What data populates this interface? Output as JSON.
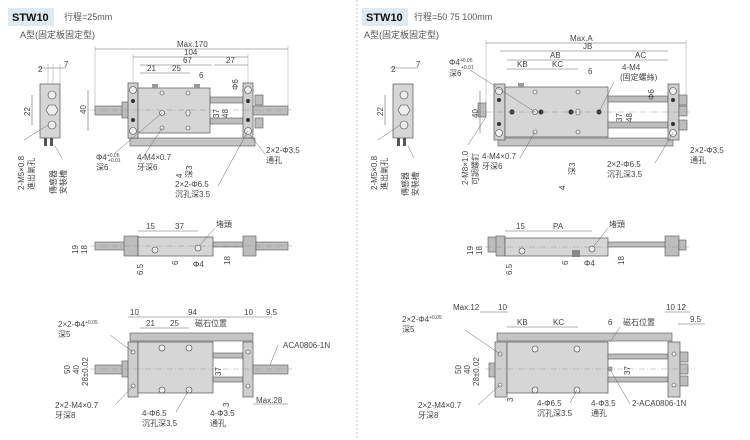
{
  "left": {
    "model": "STW10",
    "stroke": "行程=25mm",
    "type": "A型(固定板固定型)",
    "side": {
      "d2": "2",
      "d7": "7",
      "d22": "22",
      "port": "2-M5×0.8",
      "port_note": "進出氣孔",
      "sensor_1": "傳感器",
      "sensor_2": "安裝槽"
    },
    "top": {
      "max": "Max.170",
      "d104": "104",
      "d67": "67",
      "d27": "27",
      "d21": "21",
      "d25": "25",
      "d6": "6",
      "phi6": "Φ6",
      "d40": "40",
      "d37": "37",
      "d48": "48",
      "phi4": "Φ4",
      "tol_hi": "+0.05",
      "tol_lo": "+0.01",
      "deep6": "深6",
      "tap": "4-M4×0.7",
      "tap_note": "牙深6",
      "pin": "4",
      "deep3": "深3",
      "cb": "2×2-Φ6.5",
      "cb_note": "沉孔深3.5",
      "thru": "2×2-Φ3.5",
      "thru_note": "通孔"
    },
    "middle": {
      "d15": "15",
      "d37": "37",
      "plug": "堵頭",
      "d19": "19",
      "d18": "18",
      "d6_5": "6.5",
      "d6": "6",
      "phi4": "Φ4",
      "d18b": "18"
    },
    "bottom": {
      "d10": "10",
      "d94": "94",
      "d10b": "10",
      "d9_5": "9.5",
      "d21": "21",
      "d25": "25",
      "magnet": "磁石位置",
      "pin": "2×2-Φ4",
      "deep5": "深5",
      "d50": "50",
      "d40": "40",
      "d28": "28±0.02",
      "d37": "37",
      "tap": "2×2-M4×0.7",
      "tap_note": "牙深8",
      "cb": "4-Φ6.5",
      "cb_note": "沉孔深3.5",
      "thru": "4-Φ3.5",
      "thru_note": "通孔",
      "d3": "3",
      "max28": "Max.28",
      "shock": "ACA0806-1N"
    }
  },
  "right": {
    "model": "STW10",
    "stroke": "行程=50 75 100mm",
    "type": "A型(固定板固定型)",
    "side": {
      "d2": "2",
      "d7": "7",
      "d22": "22",
      "port": "2-M5×0.8",
      "port_note": "進出氣孔",
      "sensor_1": "傳感器",
      "sensor_2": "安裝槽"
    },
    "top": {
      "max": "Max.A",
      "jb": "JB",
      "ab": "AB",
      "ac": "AC",
      "kb": "KB",
      "kc": "KC",
      "d6": "6",
      "m4": "4-M4",
      "m4_note": "(固定螺絲)",
      "phi6": "Φ6",
      "d40": "40",
      "d37": "37",
      "d48": "48",
      "phi4": "Φ4",
      "tol_hi": "+0.05",
      "tol_lo": "+0.01",
      "deep6": "深6",
      "m8": "2-M8×1.0",
      "m8_note": "可調螺釘",
      "tap": "4-M4×0.7",
      "tap_note": "牙深6",
      "pin": "4",
      "deep3": "深3",
      "cb": "2×2-Φ6.5",
      "cb_note": "沉孔深3.5",
      "thru": "2×2-Φ3.5",
      "thru_note": "通孔"
    },
    "middle": {
      "d15": "15",
      "pa": "PA",
      "plug": "堵頭",
      "d19": "19",
      "d18": "18",
      "d6_5": "6.5",
      "d6": "6",
      "phi4": "Φ4",
      "d18b": "18"
    },
    "bottom": {
      "max12": "Max.12",
      "d10": "10",
      "d10b": "10",
      "d12": "12",
      "d9_5": "9.5",
      "kb": "KB",
      "kc": "KC",
      "d6": "6",
      "magnet": "磁石位置",
      "pin": "2×2-Φ4",
      "deep5": "深5",
      "d50": "50",
      "d40": "40",
      "d28": "28±0.02",
      "d37": "37",
      "tap": "2×2-M4×0.7",
      "tap_note": "牙深8",
      "cb": "4-Φ6.5",
      "cb_note": "沉孔深3.5",
      "thru": "4-Φ3.5",
      "thru_note": "通孔",
      "d3": "3",
      "shock": "2-ACA0806-1N"
    }
  }
}
